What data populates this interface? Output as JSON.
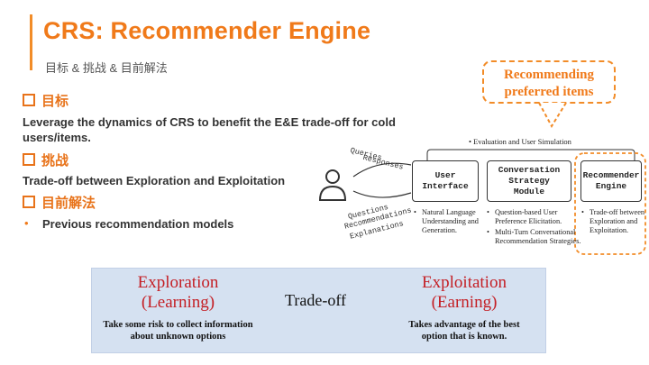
{
  "header": {
    "title": "CRS: Recommender Engine",
    "subtitle": "目标 & 挑战 & 目前解法"
  },
  "sections": {
    "goal": {
      "heading": "目标",
      "text": "Leverage the dynamics of CRS to benefit the E&E trade-off for cold users/items."
    },
    "challenge": {
      "heading": "挑战",
      "text": "Trade-off between Exploration and Exploitation"
    },
    "current": {
      "heading": "目前解法",
      "bullet": "•",
      "item": "Previous recommendation models"
    }
  },
  "callout": {
    "line1": "Recommending",
    "line2": "preferred items"
  },
  "diagram": {
    "top_label": "Evaluation and User Simulation",
    "queries": "Queries",
    "responses": "Responses",
    "questions": "Questions",
    "recommendations": "Recommendations",
    "explanations": "Explanations",
    "boxes": [
      {
        "line1": "User",
        "line2": "Interface",
        "line3": ""
      },
      {
        "line1": "Conversation",
        "line2": "Strategy",
        "line3": "Module"
      },
      {
        "line1": "Recommender",
        "line2": "Engine",
        "line3": ""
      }
    ],
    "desc_ui": "Natural Language Understanding and Generation.",
    "desc_cs1": "Question-based User Preference Elicitation.",
    "desc_cs2": "Multi-Turn Conversational Recommendation Strategies.",
    "desc_re": "Trade-off between Exploration and Exploitation."
  },
  "panel": {
    "left_title1": "Exploration",
    "left_title2": "(Learning)",
    "left_sub1": "Take some risk to collect information",
    "left_sub2": "about unknown options",
    "middle": "Trade-off",
    "right_title1": "Exploitation",
    "right_title2": "(Earning)",
    "right_sub1": "Takes advantage of the best",
    "right_sub2": "option that is known."
  },
  "colors": {
    "accent": "#f07a1a",
    "panel_bg": "#d5e1f1",
    "panel_red": "#c41e24"
  }
}
